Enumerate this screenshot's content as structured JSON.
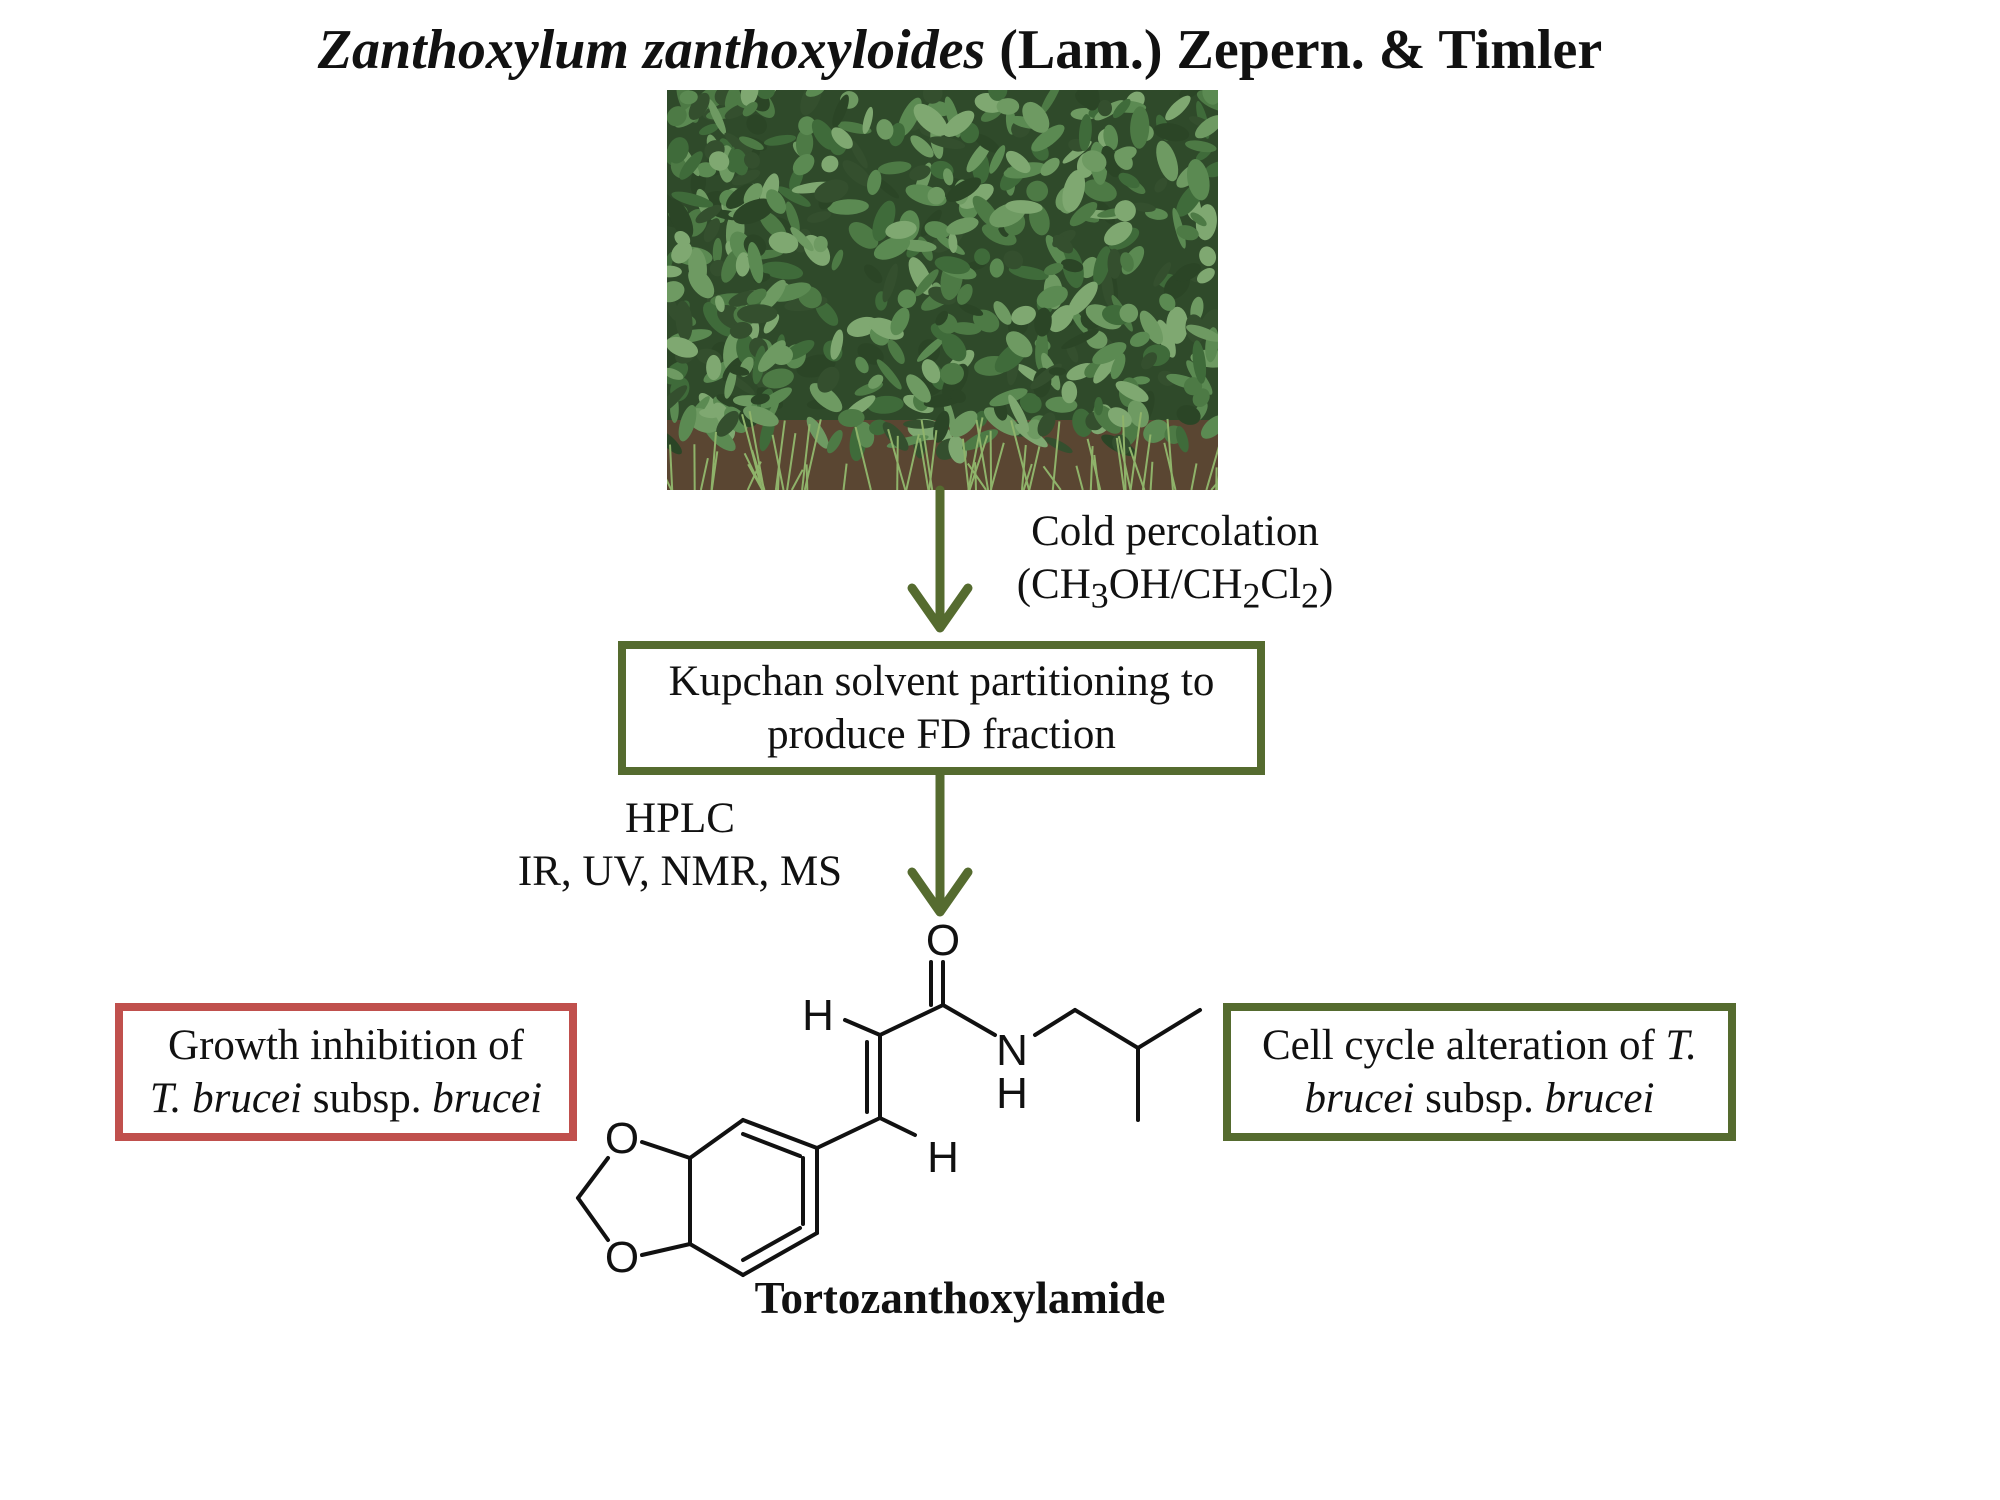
{
  "title": {
    "species_italic": "Zanthoxylum zanthoxyloides",
    "authority": "(Lam.) Zepern. & Timler"
  },
  "photo": {
    "subject": "leafy shrub"
  },
  "step1": {
    "line1": "Cold percolation",
    "open": "(CH",
    "sub1": "3",
    "mid1": "OH/CH",
    "sub2": "2",
    "mid2": "Cl",
    "sub3": "2",
    "close": ")"
  },
  "kupchan_box": {
    "line1": "Kupchan solvent partitioning to",
    "line2": "produce FD fraction"
  },
  "step2": {
    "line1": "HPLC",
    "line2": "IR, UV, NMR, MS"
  },
  "left_box": {
    "line1": "Growth inhibition of",
    "line2_it1": "T. brucei",
    "line2_mid": " subsp. ",
    "line2_it2": "brucei"
  },
  "right_box": {
    "line1_plain": "Cell cycle alteration of ",
    "line1_it": "T.",
    "line2_it1": "brucei",
    "line2_mid": " subsp. ",
    "line2_it2": "brucei"
  },
  "structure": {
    "atom_o_carbonyl": "O",
    "atom_h_alkene_top": "H",
    "atom_n": "N",
    "atom_h_amide": "H",
    "atom_h_alkene_bottom": "H",
    "atom_o_ring_top": "O",
    "atom_o_ring_bottom": "O"
  },
  "compound_name": "Tortozanthoxylamide",
  "colors": {
    "green": "#556b2f",
    "red": "#c0504d"
  }
}
